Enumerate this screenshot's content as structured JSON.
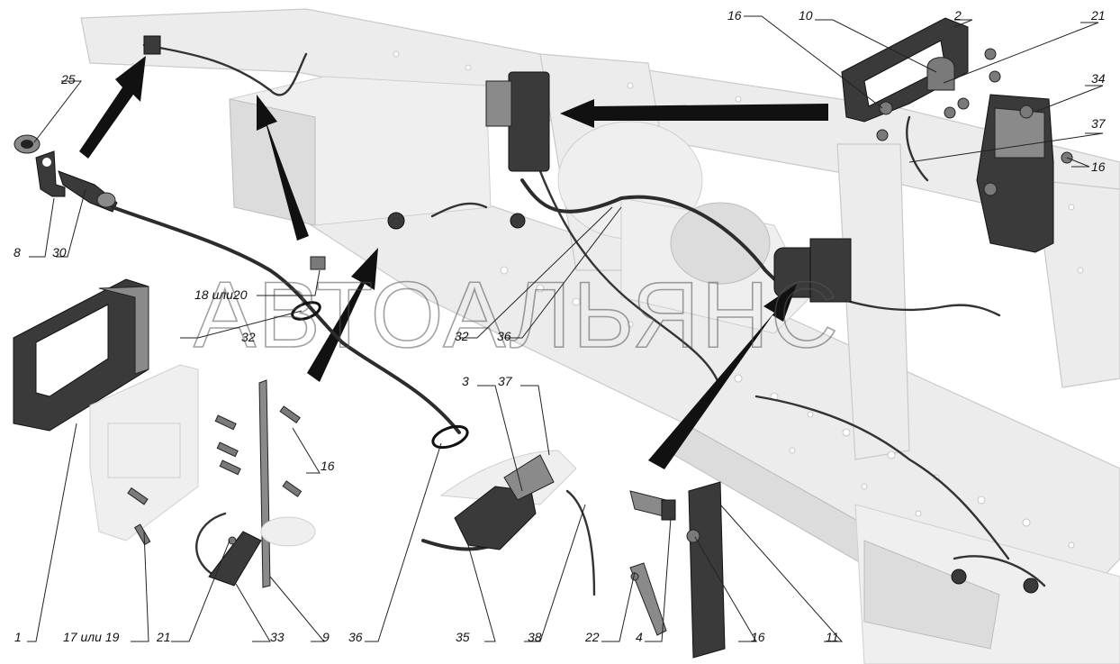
{
  "watermark": "АВТОАЛЬЯНС",
  "callouts": [
    {
      "id": "c1",
      "text": "1"
    },
    {
      "id": "c2",
      "text": "2"
    },
    {
      "id": "c3",
      "text": "3"
    },
    {
      "id": "c4",
      "text": "4"
    },
    {
      "id": "c8",
      "text": "8"
    },
    {
      "id": "c9",
      "text": "9"
    },
    {
      "id": "c10",
      "text": "10"
    },
    {
      "id": "c11",
      "text": "11"
    },
    {
      "id": "c16a",
      "text": "16"
    },
    {
      "id": "c16b",
      "text": "16"
    },
    {
      "id": "c16c",
      "text": "16"
    },
    {
      "id": "c16d",
      "text": "16"
    },
    {
      "id": "c1719",
      "text": "17 или 19"
    },
    {
      "id": "c1820",
      "text": "18 или20"
    },
    {
      "id": "c21a",
      "text": "21"
    },
    {
      "id": "c21b",
      "text": "21"
    },
    {
      "id": "c22",
      "text": "22"
    },
    {
      "id": "c25",
      "text": "25"
    },
    {
      "id": "c30",
      "text": "30"
    },
    {
      "id": "c32a",
      "text": "32"
    },
    {
      "id": "c32b",
      "text": "32"
    },
    {
      "id": "c33",
      "text": "33"
    },
    {
      "id": "c34",
      "text": "34"
    },
    {
      "id": "c35",
      "text": "35"
    },
    {
      "id": "c36a",
      "text": "36"
    },
    {
      "id": "c36b",
      "text": "36"
    },
    {
      "id": "c37a",
      "text": "37"
    },
    {
      "id": "c37b",
      "text": "37"
    },
    {
      "id": "c38",
      "text": "38"
    }
  ]
}
